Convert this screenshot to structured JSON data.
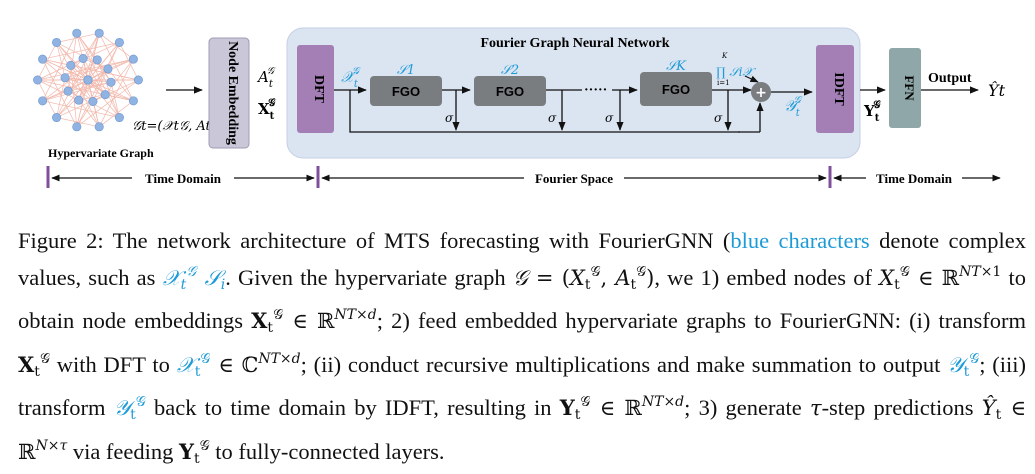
{
  "figure": {
    "gnn_title": "Fourier Graph Neural Network",
    "hypervariate_graph_label": "Hypervariate Graph",
    "graph_formula": "𝒢t=(𝒳t𝒢, At𝒢)",
    "node_embedding_label": "Node Embedding",
    "A_label": "A",
    "X_label": "X",
    "t_sub": "t",
    "g_sup": "𝒢",
    "dft_label": "DFT",
    "idft_label": "IDFT",
    "ffn_label": "FFN",
    "fgo_label": "FGO",
    "dots": "·····",
    "S1": "𝒮1",
    "S2": "𝒮2",
    "SK": "𝒮K",
    "calX_label": "𝒳",
    "calY_label": "𝒴",
    "Y_label": "Y",
    "sigma": "σ",
    "prod_label": "∏ 𝒮i𝒳",
    "prod_top": "K",
    "prod_bottom": "i=1",
    "plus": "+",
    "output_label": "Output",
    "yhat_label": "Ŷt",
    "time_domain_left": "Time Domain",
    "fourier_space": "Fourier Space",
    "time_domain_right": "Time Domain"
  },
  "caption": {
    "prefix": "Figure 2: The network architecture of MTS forecasting with FourierGNN (",
    "blue_text": "blue characters",
    "after_blue": " denote complex values, such as ",
    "l2_tail": ". Given the hypervariate graph ",
    "l2_end": ", we 1) embed nodes",
    "l3_a": "of ",
    "l3_b": " to obtain node embeddings ",
    "l3_c": "; 2) feed embedded hypervariate graphs",
    "l4_a": "to FourierGNN: (i) transform ",
    "l4_b": " with DFT to ",
    "l4_c": "; (ii) conduct recursive multiplications",
    "l5_a": "and make summation to output ",
    "l5_b": "; (iii) transform ",
    "l5_c": " back to time domain by IDFT, resulting in",
    "l6_a": "; 3) generate ",
    "l6_b": "-step predictions ",
    "l6_c": " via feeding ",
    "l6_d": " to fully-connected layers."
  },
  "colors": {
    "gnn_bg": "#dbe4f1",
    "dft_purple": "#a47fb6",
    "embed_gray": "#c9c7d8",
    "fgo_gray": "#7a7d80",
    "ffn_teal": "#8fa7a8",
    "graph_blue": "#8fb4e3",
    "graph_edge": "#f2b8ac",
    "math_blue": "#1d9bd7",
    "domain_purple": "#7f4f9b"
  }
}
